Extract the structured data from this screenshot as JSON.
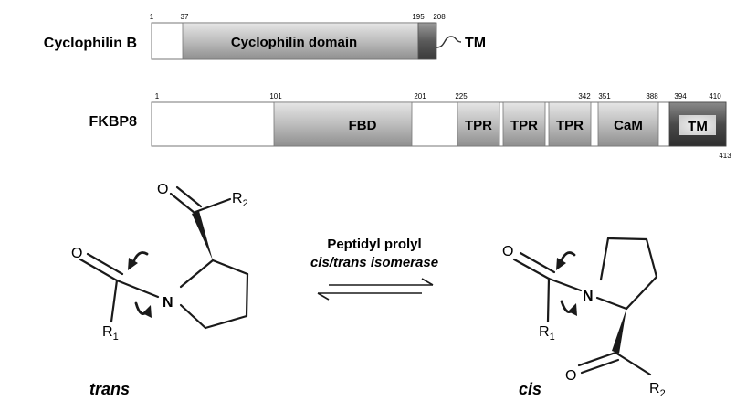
{
  "proteins": [
    {
      "name": "Cyclophilin B",
      "positions": [
        "1",
        "37",
        "195",
        "208"
      ],
      "domains": [
        "Cyclophilin domain"
      ],
      "tail_label": "TM"
    },
    {
      "name": "FKBP8",
      "positions": [
        "1",
        "101",
        "201",
        "225",
        "342",
        "351",
        "388",
        "394",
        "410"
      ],
      "end_position": "413",
      "domains": [
        "FBD",
        "TPR",
        "TPR",
        "TPR",
        "CaM",
        "TM"
      ]
    }
  ],
  "reaction": {
    "enzyme_line1": "Peptidyl prolyl",
    "enzyme_line2": "cis/trans isomerase",
    "atoms": {
      "o": "O",
      "n": "N",
      "r1": "R",
      "r2": "R",
      "sub1": "1",
      "sub2": "2"
    },
    "left_isomer": "trans",
    "right_isomer": "cis"
  }
}
